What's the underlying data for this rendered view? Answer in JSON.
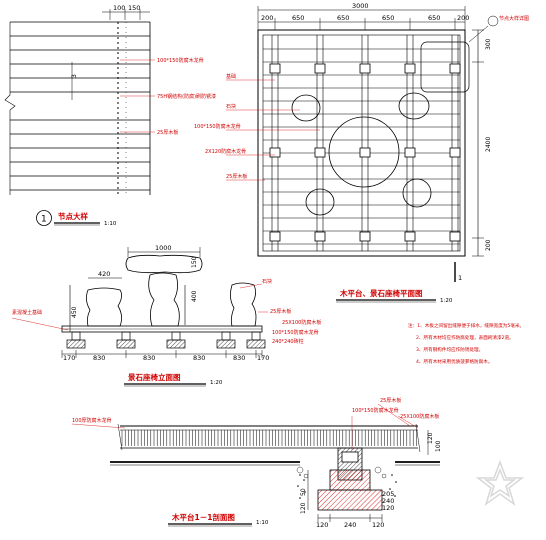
{
  "detail_partial": {
    "dims_top": [
      "100",
      "150"
    ],
    "dim_side": "3",
    "labels": [
      "100*150防腐木龙骨",
      "75H钢结构(防腐)刷防锈漆",
      "25厚木板"
    ],
    "marker_number": "1",
    "marker_title": "节点大样",
    "marker_scale": "1:10"
  },
  "plan_view": {
    "dim_top_total": "3000",
    "dims_top": [
      "200",
      "650",
      "650",
      "650",
      "650",
      "200"
    ],
    "dims_right": [
      "300",
      "2400",
      "200"
    ],
    "left_labels": [
      "基础",
      "石块",
      "100*150防腐木龙骨",
      "2X120防腐木龙骨",
      "25厚木板"
    ],
    "top_right_label": "节点大样详图",
    "section_mark": "1",
    "title": "木平台、景石座椅平面图",
    "scale": "1:20"
  },
  "elevation_view": {
    "dim_top": "1000",
    "dim_left_w": "420",
    "dim_h1": "150",
    "dim_h2": "450",
    "dim_h3": "400",
    "dims_bottom": [
      "170",
      "830",
      "830",
      "830",
      "830",
      "170"
    ],
    "left_label": "素混凝土基础",
    "right_labels": [
      "石块",
      "25厚木板",
      "25X100防腐木板",
      "100*150防腐木龙骨",
      "240*240砖柱"
    ],
    "title": "景石座椅立面图",
    "scale": "1:20"
  },
  "notes": [
    "注：1、木板之间留出缝隙便于排水，缝隙宽度为5毫米。",
    "2、所有木材均应作防腐处理，表面刷清漆2道。",
    "3、所有钢构件均应作防锈处理。",
    "4、所有木材采用优质菠萝格防腐木。"
  ],
  "section_view": {
    "left_label": "100厚防腐木龙骨",
    "right_labels": [
      "25厚木板",
      "100*150防腐木龙骨",
      "25X100防腐木板"
    ],
    "dims_bottom": [
      "120",
      "240",
      "120"
    ],
    "dims_side": [
      "120",
      "50",
      "205",
      "240",
      "120"
    ],
    "dims_right": [
      "120",
      "100"
    ],
    "title": "木平台1－1剖面图",
    "scale": "1:10"
  }
}
